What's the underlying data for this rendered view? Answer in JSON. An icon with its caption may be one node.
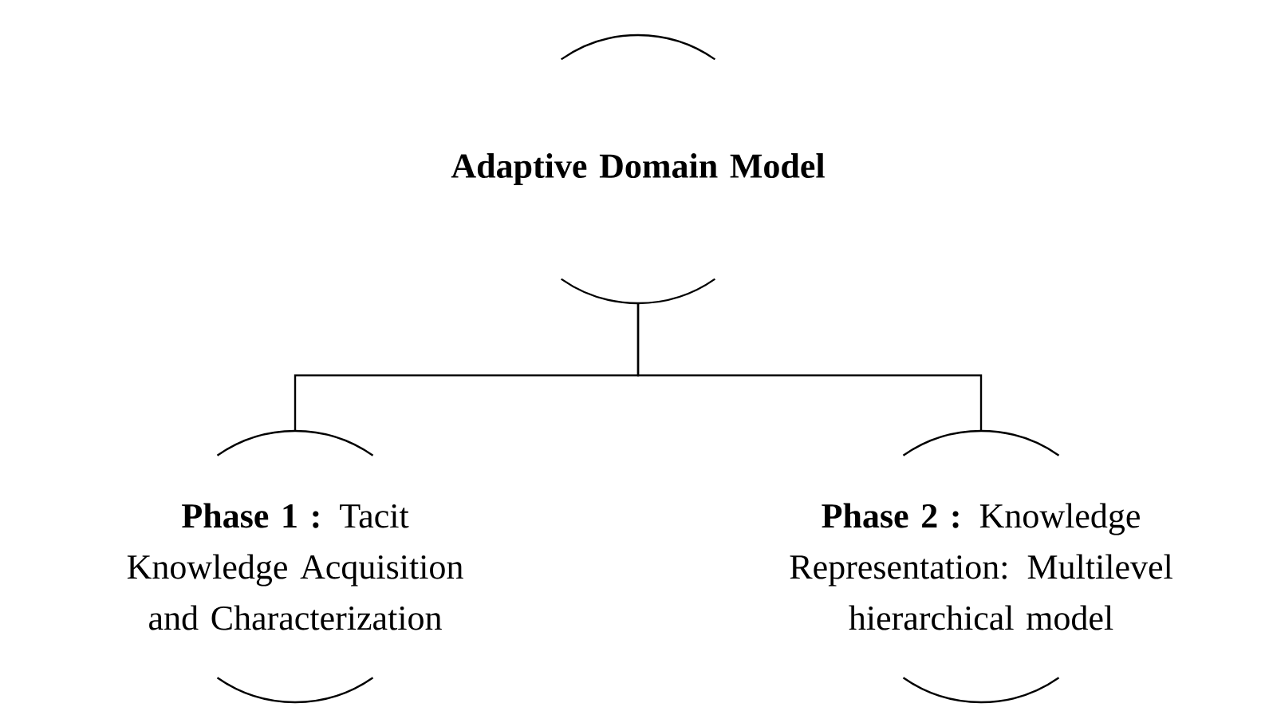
{
  "diagram": {
    "nodes": [
      {
        "text": [
          "Adaptive Domain Model"
        ]
      },
      {
        "text": [
          "**Phase 1 :** Tacit Knowledge Acquisition and Characterization"
        ]
      },
      {
        "text": [
          "**Phase 2 :** Knowledge Representation: Multilevel hierarchical model"
        ]
      }
    ],
    "edges": [
      {
        "from": 0,
        "to": 1,
        "arrow": "none"
      },
      {
        "from": 0,
        "to": 2,
        "arrow": "none"
      }
    ]
  }
}
